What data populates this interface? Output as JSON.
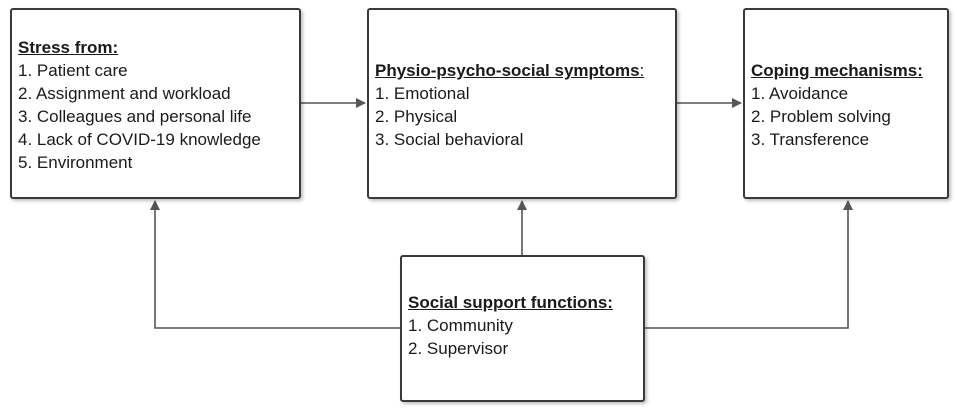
{
  "boxes": {
    "stress": {
      "title": "Stress from:",
      "items": [
        "1. Patient care",
        "2. Assignment and workload",
        "3. Colleagues and personal life",
        "4. Lack of COVID-19 knowledge",
        "5. Environment"
      ]
    },
    "symptoms": {
      "title": "Physio-psycho-social symptoms",
      "title_suffix": ":",
      "items": [
        "1. Emotional",
        "2. Physical",
        "3. Social behavioral"
      ]
    },
    "coping": {
      "title": "Coping mechanisms:",
      "items": [
        "1. Avoidance",
        "2. Problem solving",
        "3. Transference"
      ]
    },
    "support": {
      "title": "Social support functions:",
      "items": [
        "1. Community",
        "2. Supervisor"
      ]
    }
  },
  "colors": {
    "line": "#555555",
    "border": "#3a3a3a"
  }
}
